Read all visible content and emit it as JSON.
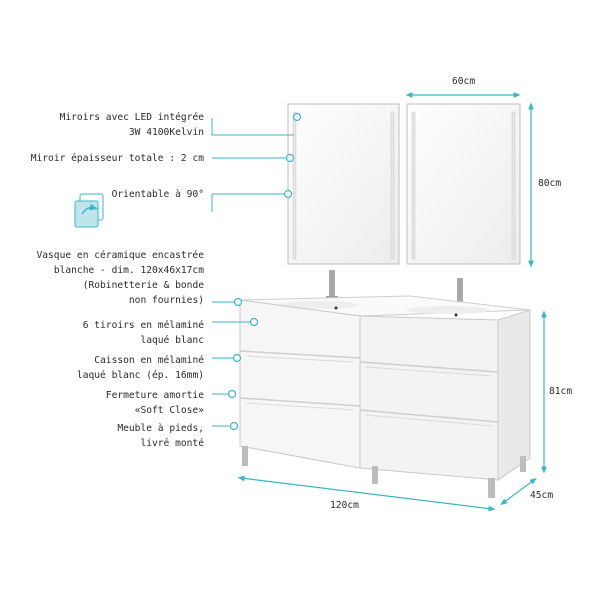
{
  "labels": {
    "led_mirrors": [
      "Miroirs avec LED intégrée",
      "3W 4100Kelvin"
    ],
    "mirror_thickness": "Miroir épaisseur totale : 2 cm",
    "orientable": "Orientable à 90°",
    "basin": [
      "Vasque en céramique encastrée",
      "blanche - dim. 120x46x17cm",
      "(Robinetterie & bonde",
      "non fournies)"
    ],
    "drawers": [
      "6 tiroirs en mélaminé",
      "laqué blanc"
    ],
    "casing": [
      "Caisson en mélaminé",
      "laqué blanc (ép. 16mm)"
    ],
    "soft_close": [
      "Fermeture amortie",
      "«Soft Close»"
    ],
    "legs": [
      "Meuble à pieds,",
      "livré monté"
    ]
  },
  "dimensions": {
    "mirror_width": "60cm",
    "mirror_height": "80cm",
    "cabinet_height": "81cm",
    "cabinet_width": "120cm",
    "cabinet_depth": "45cm"
  },
  "colors": {
    "accent": "#3ab7c6",
    "text": "#2b2b2b",
    "cabinet": "#f4f4f4",
    "outline": "#c9c9c9"
  }
}
